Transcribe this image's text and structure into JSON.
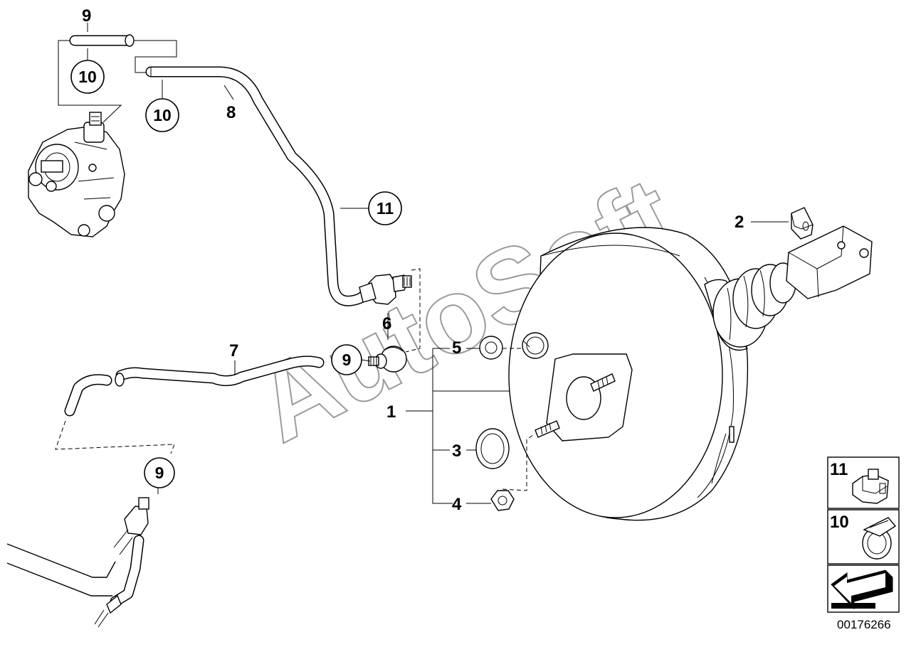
{
  "diagram": {
    "watermark": "AutoSoft",
    "drawing_number": "00176266",
    "callouts": [
      "1",
      "2",
      "3",
      "4",
      "5",
      "6",
      "7",
      "8",
      "9",
      "9",
      "9",
      "10",
      "10",
      "11"
    ],
    "legend": [
      {
        "number": "11",
        "icon": "hose-clip-icon"
      },
      {
        "number": "10",
        "icon": "hose-clamp-icon"
      },
      {
        "number": "",
        "icon": "direction-arrow-icon"
      }
    ]
  }
}
